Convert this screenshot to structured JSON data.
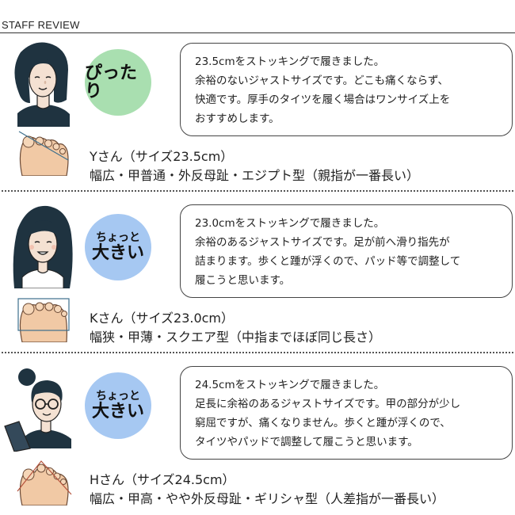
{
  "header": {
    "title": "STAFF REVIEW"
  },
  "reviews": [
    {
      "badge_small": "",
      "badge_main": "ぴったり",
      "badge_color": "#a9dfb0",
      "comment": [
        "23.5cmをストッキングで履きました。",
        "余裕のないジャストサイズです。どこも痛くならず、",
        "快適です。厚手のタイツを履く場合はワンサイズ上を",
        "おすすめします。"
      ],
      "name": "Yさん（サイズ23.5cm）",
      "foot": "幅広・甲普通・外反母趾・エジプト型（親指が一番長い）"
    },
    {
      "badge_small": "ちょっと",
      "badge_main": "大きい",
      "badge_color": "#a6c8f2",
      "comment": [
        "23.0cmをストッキングで履きました。",
        "余裕のあるジャストサイズです。足が前へ滑り指先が",
        "詰まります。歩くと踵が浮くので、パッド等で調整して",
        "履こうと思います。"
      ],
      "name": "Kさん（サイズ23.0cm）",
      "foot": "幅狭・甲薄・スクエア型（中指までほぼ同じ長さ）"
    },
    {
      "badge_small": "ちょっと",
      "badge_main": "大きい",
      "badge_color": "#a6c8f2",
      "comment": [
        "24.5cmをストッキングで履きました。",
        "足長に余裕のあるジャストサイズです。甲の部分が少し",
        "窮屈ですが、痛くなりません。歩くと踵が浮くので、",
        "タイツやパッドで調整して履こうと思います。"
      ],
      "name": "Hさん（サイズ24.5cm）",
      "foot": "幅広・甲高・やや外反母趾・ギリシャ型（人差指が一番長い）"
    }
  ]
}
